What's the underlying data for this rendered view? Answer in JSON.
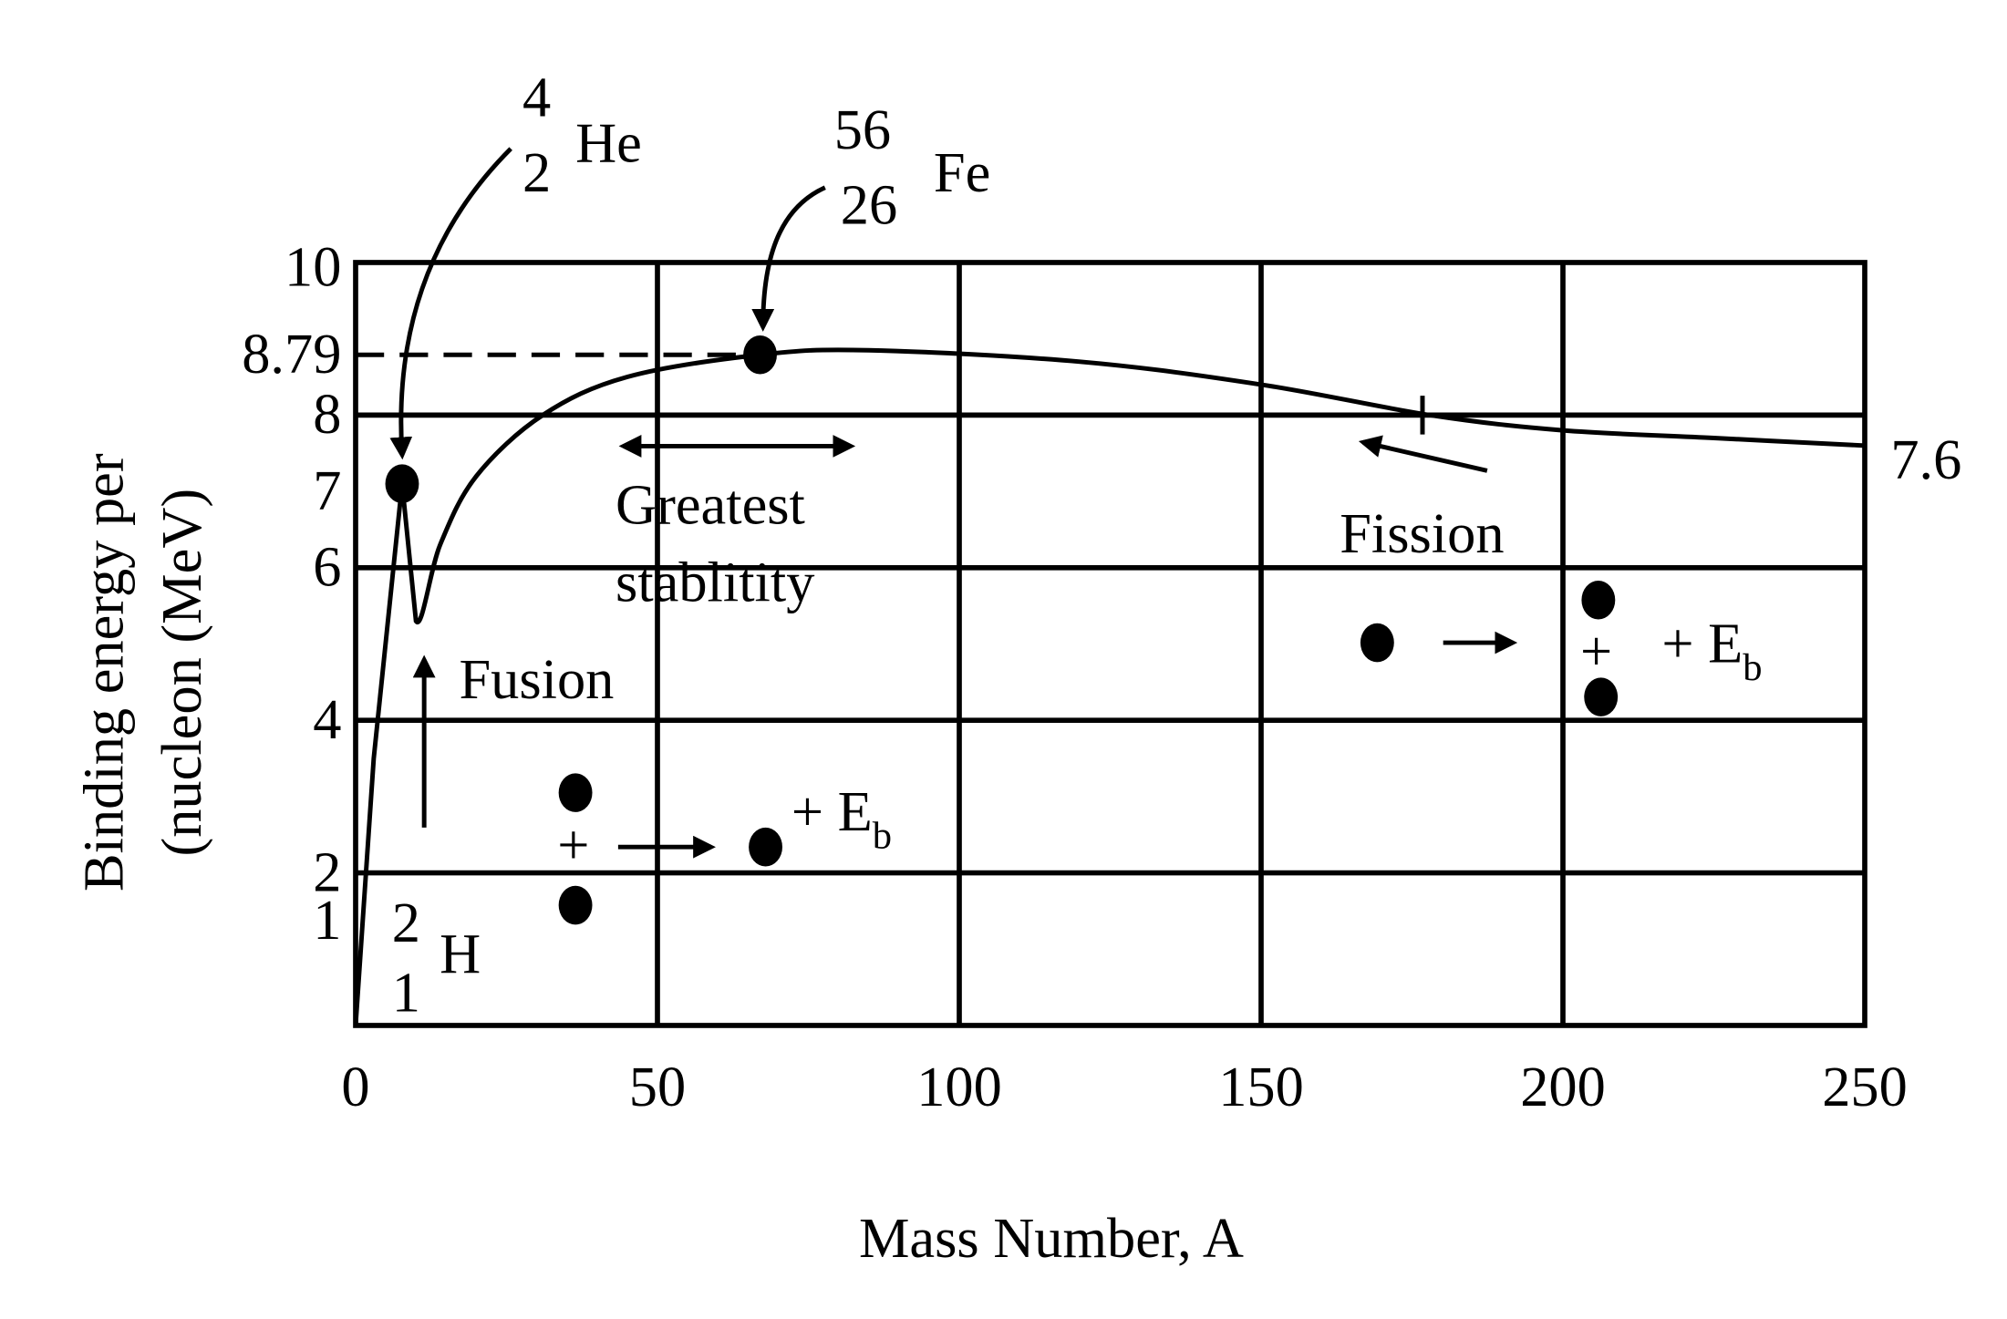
{
  "chart_data": {
    "type": "line",
    "title": "",
    "xlabel": "Mass Number, A",
    "ylabel_lines": [
      "Binding energy per",
      "(nucleon (MeV)"
    ],
    "xlim": [
      0,
      250
    ],
    "ylim": [
      0,
      10
    ],
    "grid": true,
    "x_ticks": [
      "0",
      "50",
      "100",
      "150",
      "200",
      "250"
    ],
    "x_tick_values": [
      0,
      50,
      100,
      150,
      200,
      250
    ],
    "y_ticks": [
      "10",
      "8.79",
      "8",
      "7",
      "6",
      "4",
      "2",
      "1"
    ],
    "y_tick_values": [
      10,
      8.79,
      8,
      7,
      6,
      4,
      2,
      1
    ],
    "series": [
      {
        "name": "Binding energy per nucleon",
        "x": [
          0,
          3,
          7.7,
          10,
          14,
          20,
          31,
          45,
          67,
          85,
          120,
          150,
          178,
          200,
          225,
          250
        ],
        "y": [
          0,
          3.5,
          7.1,
          5.3,
          6.3,
          7.2,
          8.0,
          8.5,
          8.79,
          8.85,
          8.7,
          8.4,
          8.0,
          7.8,
          7.7,
          7.6
        ]
      }
    ],
    "points": [
      {
        "name": "He",
        "x": 7.7,
        "y": 7.1
      },
      {
        "name": "Fe",
        "x": 67,
        "y": 8.79
      }
    ],
    "reference_line": {
      "y": 8.79,
      "style": "dashed"
    },
    "annotations": {
      "he_mass": "4",
      "he_atomic": "2",
      "he_symbol": "He",
      "fe_mass": "56",
      "fe_atomic": "26",
      "fe_symbol": "Fe",
      "h_mass": "2",
      "h_atomic": "1",
      "h_symbol": "H",
      "end_value": "7.6",
      "stability_line1": "Greatest",
      "stability_line2": "stablitity",
      "fission": "Fission",
      "fusion": "Fusion",
      "plus": "+",
      "energy": "+ E",
      "energy_sub": "b"
    }
  }
}
